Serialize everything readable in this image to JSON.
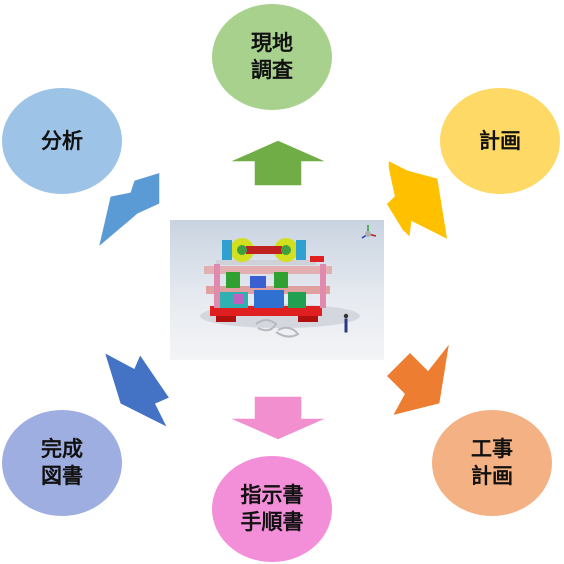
{
  "nodes": {
    "survey": "現地\n調査",
    "plan": "計画",
    "work_plan": "工事\n計画",
    "manual": "指示書\n手順書",
    "docs": "完成\n図書",
    "analysis": "分析"
  },
  "colors": {
    "survey": "#a9d18e",
    "plan": "#ffd966",
    "work_plan": "#f4b183",
    "manual": "#f38fd8",
    "docs": "#9faee0",
    "analysis": "#9dc3e6",
    "arrow_up": "#70ad47",
    "arrow_plan": "#ffc000",
    "arrow_work": "#ed7d31",
    "arrow_down": "#f28fcf",
    "arrow_docs": "#4472c4",
    "arrow_analysis": "#5b9bd5"
  },
  "center_image": {
    "icon": "machine-3d-model-render"
  }
}
